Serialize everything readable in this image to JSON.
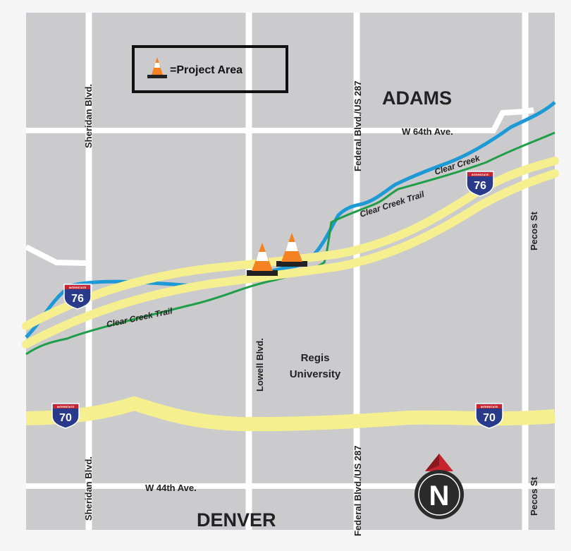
{
  "legend": {
    "label": "=Project Area",
    "icon": "traffic-cone-icon"
  },
  "regions": {
    "north": "ADAMS",
    "south": "DENVER"
  },
  "streets": {
    "sheridan_north": "Sheridan Blvd.",
    "sheridan_south": "Sheridan Blvd.",
    "lowell": "Lowell Blvd.",
    "federal_north": "Federal Blvd./US 287",
    "federal_south": "Federal Blvd./US 287",
    "pecos_north": "Pecos St",
    "pecos_south": "Pecos St",
    "w64": "W 64th Ave.",
    "w44": "W 44th Ave."
  },
  "landmarks": {
    "university_line1": "Regis",
    "university_line2": "University"
  },
  "waterways": {
    "creek": "Clear Creek",
    "trail_east": "Clear Creek Trail",
    "trail_west": "Clear Creek Trail"
  },
  "shields": {
    "i76_west": "76",
    "i76_east": "76",
    "i70_west": "70",
    "i70_east": "70",
    "shield_header": "INTERSTATE"
  },
  "compass": {
    "letter": "N"
  },
  "colors": {
    "land": "#cbcbcd",
    "road": "#ffffff",
    "highway": "#f6ef8f",
    "creek": "#1d9ad6",
    "trail": "#1f9d49",
    "shield_blue": "#2a3a8a",
    "shield_red": "#c8242f",
    "cone_orange": "#f58220"
  }
}
